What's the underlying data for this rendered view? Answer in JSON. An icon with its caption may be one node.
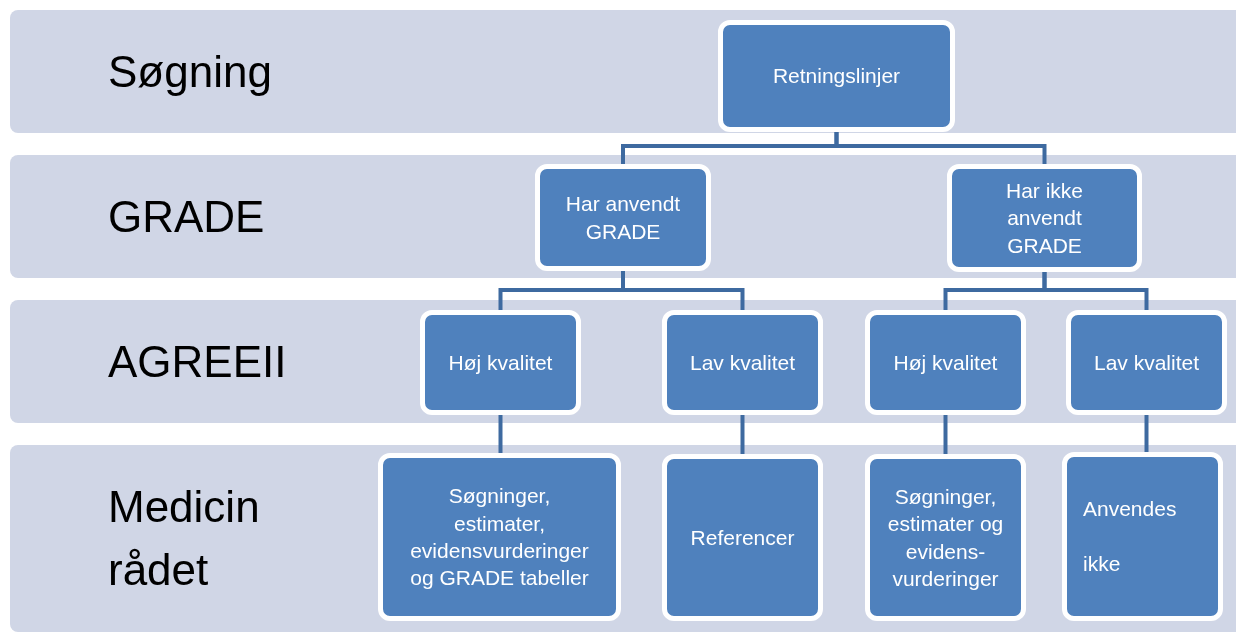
{
  "diagram": {
    "nodes": [
      {
        "text": [
          "Søgning"
        ]
      },
      {
        "text": [
          "Retningslinjer"
        ],
        "in": 0
      },
      {
        "text": [
          "GRADE"
        ]
      },
      {
        "text": [
          "Har anvendt GRADE"
        ],
        "in": 2
      },
      {
        "text": [
          "Har ikke anvendt GRADE"
        ],
        "in": 2
      },
      {
        "text": [
          "AGREEII"
        ]
      },
      {
        "text": [
          "Høj kvalitet"
        ],
        "in": 5
      },
      {
        "text": [
          "Lav kvalitet"
        ],
        "in": 5
      },
      {
        "text": [
          "Høj kvalitet"
        ],
        "in": 5
      },
      {
        "text": [
          "Lav kvalitet"
        ],
        "in": 5
      },
      {
        "text": [
          "Medicin rådet"
        ]
      },
      {
        "text": [
          "Søgninger, estimater, evidensvurderinger og GRADE tabeller"
        ],
        "in": 10
      },
      {
        "text": [
          "Referencer"
        ],
        "in": 10
      },
      {
        "text": [
          "Søgninger, estimater og evidens- vurderinger"
        ],
        "in": 10
      },
      {
        "text": [
          "Anvendes ikke"
        ],
        "in": 10
      }
    ],
    "edges": [
      {
        "from": 1,
        "to": 3,
        "arrow": "none"
      },
      {
        "from": 1,
        "to": 4,
        "arrow": "none"
      },
      {
        "from": 3,
        "to": 6,
        "arrow": "none"
      },
      {
        "from": 3,
        "to": 7,
        "arrow": "none"
      },
      {
        "from": 4,
        "to": 8,
        "arrow": "none"
      },
      {
        "from": 4,
        "to": 9,
        "arrow": "none"
      },
      {
        "from": 6,
        "to": 11,
        "arrow": "none"
      },
      {
        "from": 7,
        "to": 12,
        "arrow": "none"
      },
      {
        "from": 8,
        "to": 13,
        "arrow": "none"
      },
      {
        "from": 9,
        "to": 14,
        "arrow": "none"
      }
    ]
  }
}
